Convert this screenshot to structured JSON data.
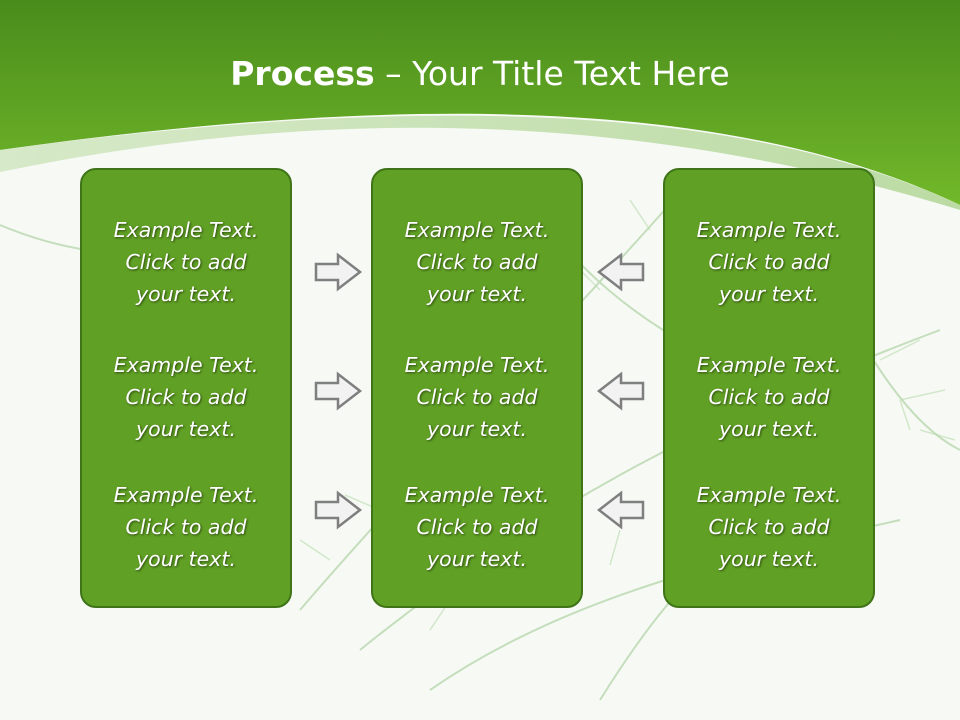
{
  "title": {
    "bold": "Process",
    "rest": " – Your Title Text Here"
  },
  "colors": {
    "header_green": "#5ea122",
    "box_fill": "#60a024",
    "box_border": "#3f7418",
    "arrow_fill": "#f2f2f2",
    "arrow_stroke": "#7f7f7f"
  },
  "columns": [
    {
      "entries": [
        {
          "line1": "Example Text.",
          "line2": "Click  to add",
          "line3": "your text."
        },
        {
          "line1": "Example Text.",
          "line2": "Click  to add",
          "line3": "your text."
        },
        {
          "line1": "Example Text.",
          "line2": "Click  to add",
          "line3": "your text."
        }
      ]
    },
    {
      "entries": [
        {
          "line1": "Example Text.",
          "line2": "Click  to add",
          "line3": "your text."
        },
        {
          "line1": "Example Text.",
          "line2": "Click  to add",
          "line3": "your text."
        },
        {
          "line1": "Example Text.",
          "line2": "Click  to add",
          "line3": "your text."
        }
      ]
    },
    {
      "entries": [
        {
          "line1": "Example Text.",
          "line2": "Click  to add",
          "line3": "your text."
        },
        {
          "line1": "Example Text.",
          "line2": "Click  to add",
          "line3": "your text."
        },
        {
          "line1": "Example Text.",
          "line2": "Click  to add",
          "line3": "your text."
        }
      ]
    }
  ],
  "arrows": {
    "left_group": [
      "right-arrow-icon",
      "right-arrow-icon",
      "right-arrow-icon"
    ],
    "right_group": [
      "left-arrow-icon",
      "left-arrow-icon",
      "left-arrow-icon"
    ]
  }
}
